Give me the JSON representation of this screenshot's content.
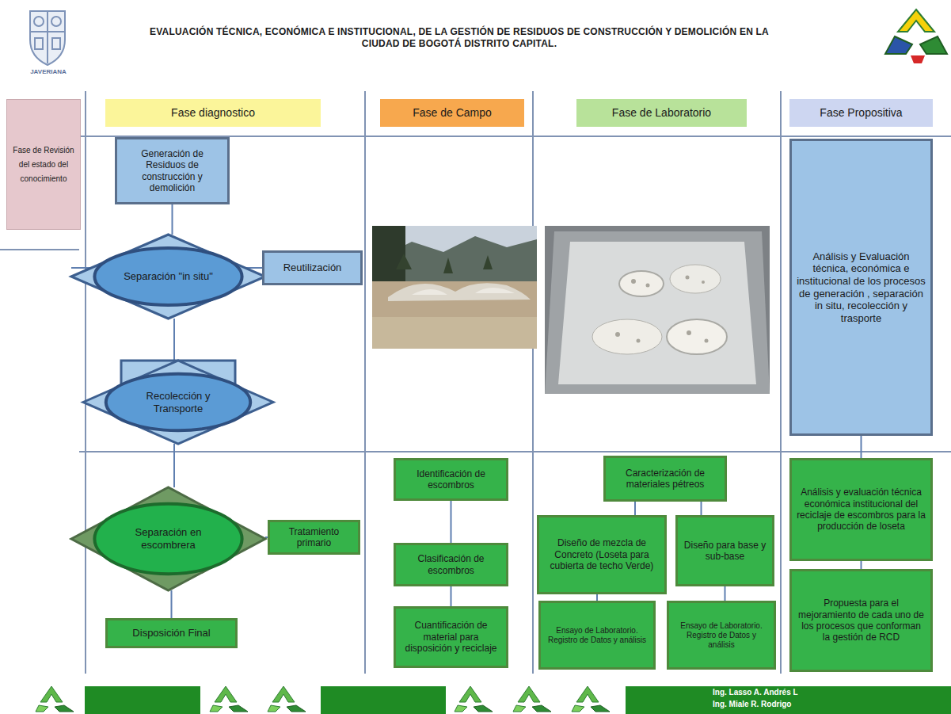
{
  "diagram": {
    "title": "EVALUACIÓN TÉCNICA, ECONÓMICA E INSTITUCIONAL, DE LA GESTIÓN DE RESIDUOS DE CONSTRUCCIÓN Y DEMOLICIÓN EN LA CIUDAD DE BOGOTÁ DISTRITO CAPITAL.",
    "nodes": [
      {
        "text": [
          "Fase de Revisión del estado del conocimiento"
        ]
      },
      {
        "text": [
          "Fase diagnostico"
        ]
      },
      {
        "text": [
          "Fase de Campo"
        ]
      },
      {
        "text": [
          "Fase de Laboratorio"
        ]
      },
      {
        "text": [
          "Fase Propositiva"
        ]
      },
      {
        "text": [
          "Generación de Residuos de construcción y demolición"
        ]
      },
      {
        "text": [
          "Separación \"in situ\""
        ]
      },
      {
        "text": [
          "Reutilización"
        ]
      },
      {
        "text": [
          "Recolección y Transporte"
        ]
      },
      {
        "text": [
          "Separación en escombrera"
        ]
      },
      {
        "text": [
          "Tratamiento primario"
        ]
      },
      {
        "text": [
          "Disposición Final"
        ]
      },
      {
        "text": [
          "Identificación de escombros"
        ]
      },
      {
        "text": [
          "Clasificación de escombros"
        ]
      },
      {
        "text": [
          "Cuantificación de material para disposición y reciclaje"
        ]
      },
      {
        "text": [
          "Caracterización de materiales pétreos"
        ]
      },
      {
        "text": [
          "Diseño de mezcla de Concreto (Loseta para cubierta de techo Verde)"
        ]
      },
      {
        "text": [
          "Diseño para base y sub-base"
        ]
      },
      {
        "text": [
          "Ensayo de Laboratorio. Registro de Datos y análisis"
        ]
      },
      {
        "text": [
          "Ensayo de Laboratorio. Registro de Datos y análisis"
        ]
      },
      {
        "text": [
          "Análisis y Evaluación técnica, económica e institucional de los procesos de generación , separación in situ, recolección y trasporte"
        ]
      },
      {
        "text": [
          "Análisis y evaluación técnica económica institucional del reciclaje de escombros para la producción de loseta"
        ]
      },
      {
        "text": [
          "Propuesta para el mejoramiento de cada uno de los procesos que conforman la gestión de RCD"
        ]
      }
    ],
    "edges": [
      {
        "from": 5,
        "to": 6,
        "arrow": "none"
      },
      {
        "from": 6,
        "to": 7,
        "arrow": "none"
      },
      {
        "from": 6,
        "to": 8,
        "arrow": "none"
      },
      {
        "from": 8,
        "to": 9,
        "arrow": "none"
      },
      {
        "from": 9,
        "to": 10,
        "arrow": "none"
      },
      {
        "from": 9,
        "to": 11,
        "arrow": "none"
      },
      {
        "from": 12,
        "to": 13,
        "arrow": "none"
      },
      {
        "from": 13,
        "to": 14,
        "arrow": "none"
      },
      {
        "from": 15,
        "to": 16,
        "arrow": "none"
      },
      {
        "from": 15,
        "to": 17,
        "arrow": "none"
      },
      {
        "from": 16,
        "to": 18,
        "arrow": "none"
      },
      {
        "from": 17,
        "to": 19,
        "arrow": "none"
      },
      {
        "from": 20,
        "to": 21,
        "arrow": "none"
      },
      {
        "from": 21,
        "to": 22,
        "arrow": "none"
      }
    ],
    "labels": [
      "JAVERIANA",
      "Ing. Lasso A. Andrés L",
      "Ing. Miale R. Rodrigo"
    ]
  }
}
